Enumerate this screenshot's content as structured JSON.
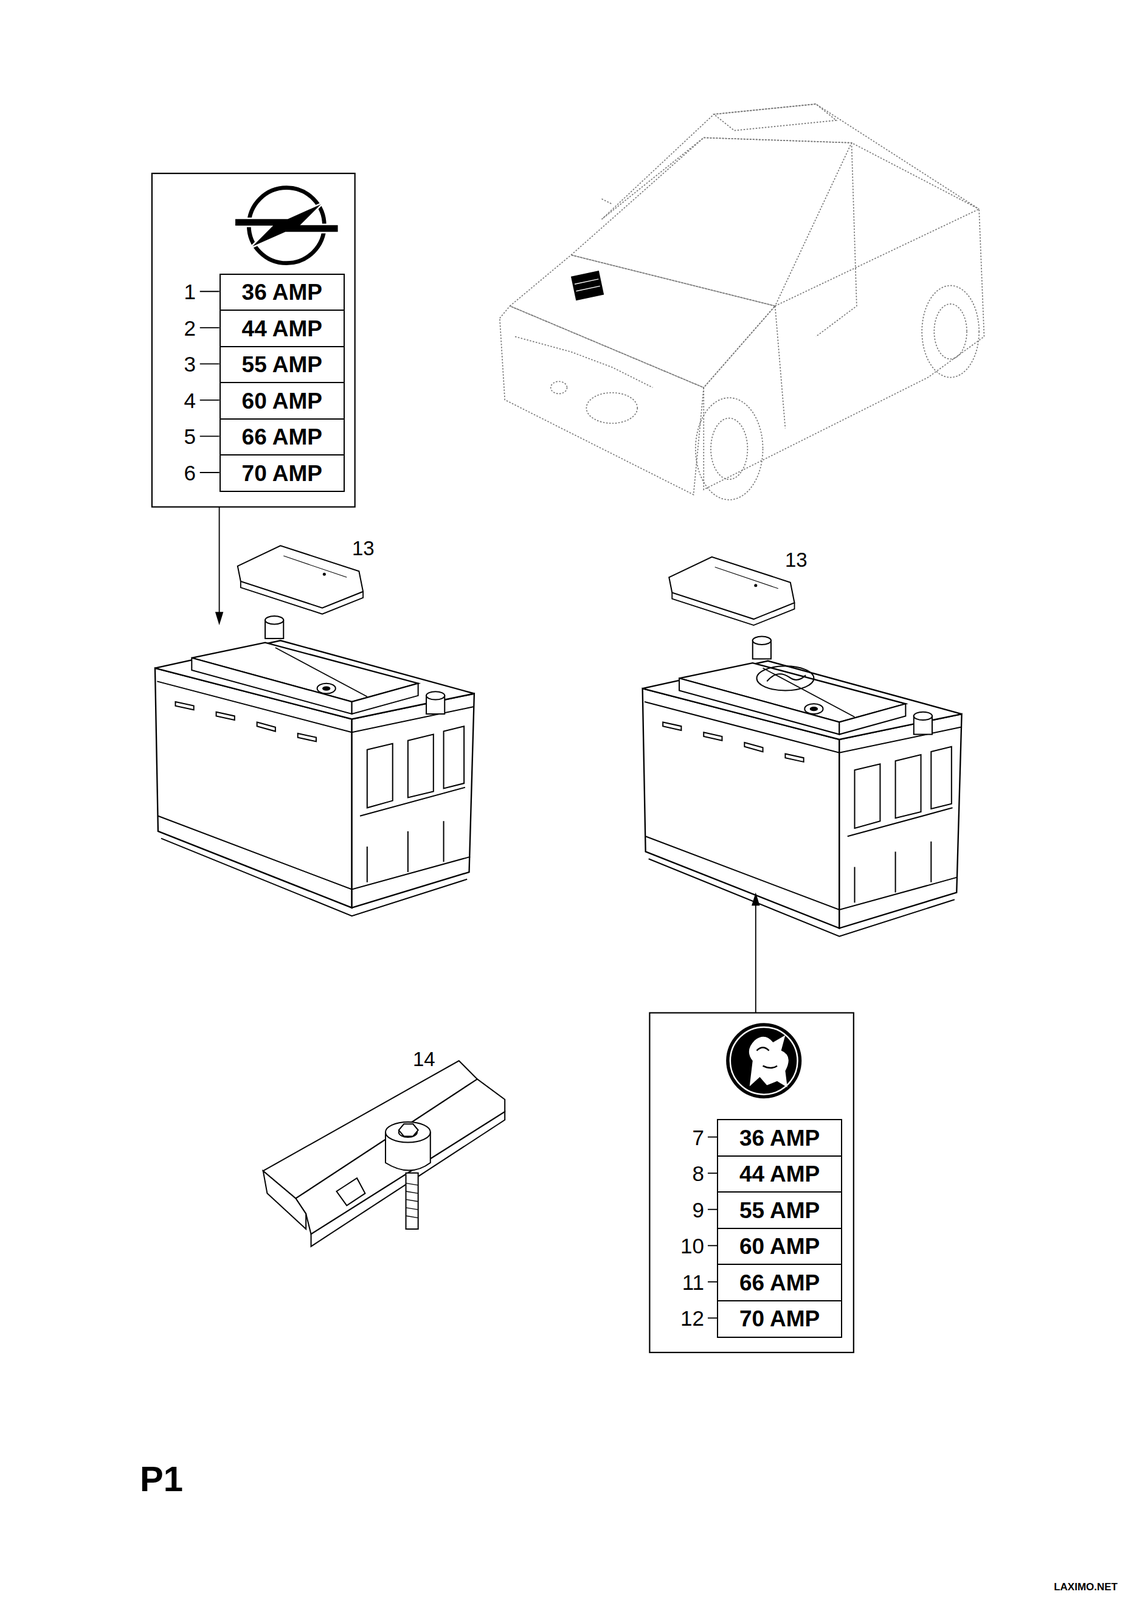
{
  "diagram": {
    "nodes": [
      {
        "text": [
          "36 AMP"
        ]
      },
      {
        "text": [
          "44 AMP"
        ]
      },
      {
        "text": [
          "55 AMP"
        ]
      },
      {
        "text": [
          "60 AMP"
        ]
      },
      {
        "text": [
          "66 AMP"
        ]
      },
      {
        "text": [
          "70 AMP"
        ]
      },
      {
        "text": [
          "36 AMP"
        ]
      },
      {
        "text": [
          "44 AMP"
        ]
      },
      {
        "text": [
          "55 AMP"
        ]
      },
      {
        "text": [
          "60 AMP"
        ]
      },
      {
        "text": [
          "66 AMP"
        ]
      },
      {
        "text": [
          "70 AMP"
        ]
      }
    ],
    "labels": [
      "1",
      "2",
      "3",
      "4",
      "5",
      "6",
      "13",
      "13",
      "14",
      "7",
      "8",
      "9",
      "10",
      "11",
      "12",
      "P1",
      "LAXIMO.NET"
    ]
  }
}
